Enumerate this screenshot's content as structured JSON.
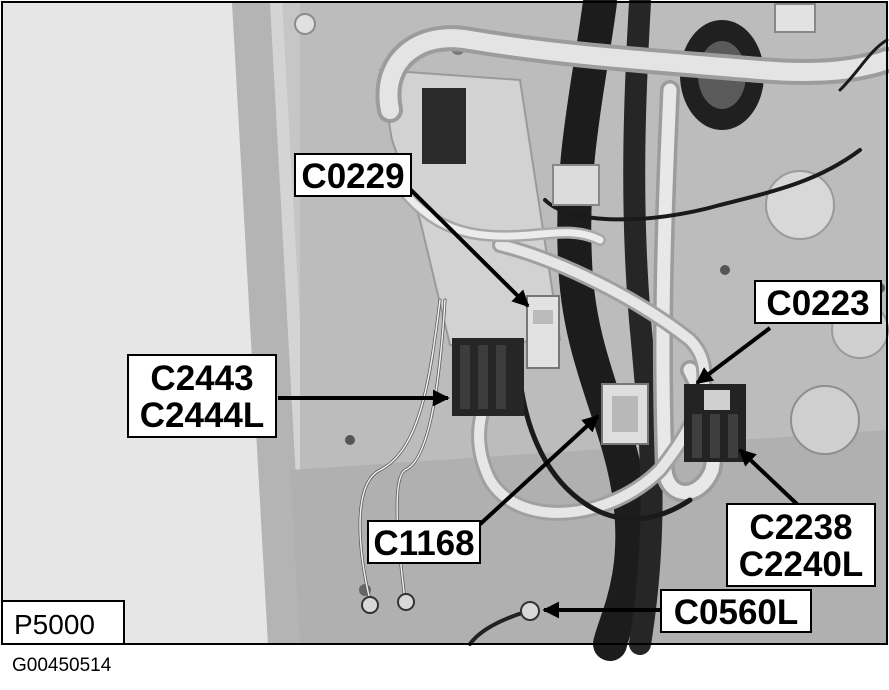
{
  "figure": {
    "plate_label": "P5000",
    "figure_code": "G00450514"
  },
  "callouts": {
    "c0229": "C0229",
    "c0223": "C0223",
    "c2443": "C2443",
    "c2444l": "C2444L",
    "c1168": "C1168",
    "c2238": "C2238",
    "c2240l": "C2240L",
    "c0560l": "C0560L"
  },
  "colors": {
    "panel_light": "#e4e4e4",
    "panel_mid": "#bdbdbd",
    "panel_dark": "#8a8a8a",
    "harness_dark": "#1e1e1e",
    "harness_light": "#dedede",
    "connector_dark": "#262626",
    "label_box": "#ffffff",
    "ink": "#000000"
  }
}
